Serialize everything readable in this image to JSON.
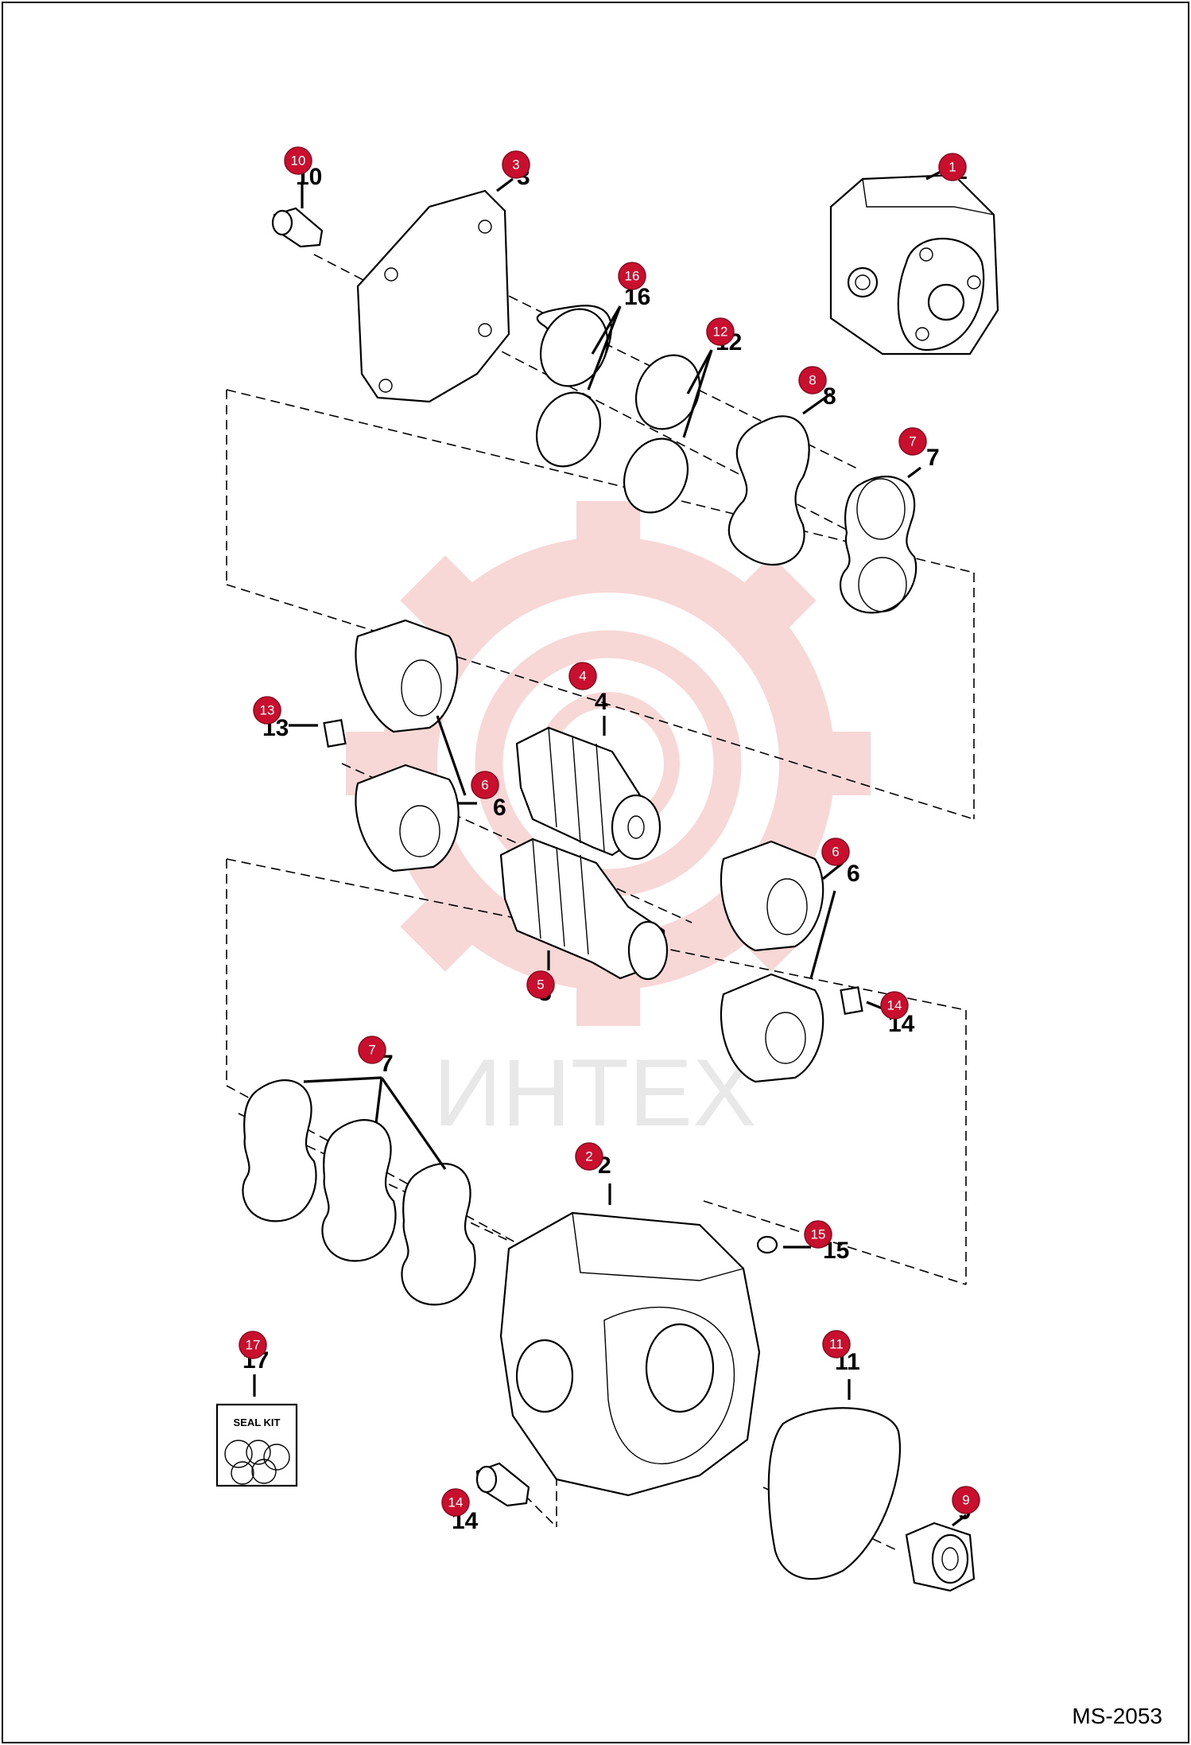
{
  "diagram": {
    "reference_code": "MS-2053",
    "watermark_text": "ИНТЕХ",
    "seal_kit_label": "SEAL KIT",
    "callouts": [
      {
        "id": "1",
        "label": "1"
      },
      {
        "id": "2",
        "label": "2"
      },
      {
        "id": "3",
        "label": "3"
      },
      {
        "id": "4",
        "label": "4"
      },
      {
        "id": "5",
        "label": "5"
      },
      {
        "id": "6a",
        "label": "6"
      },
      {
        "id": "6b",
        "label": "6"
      },
      {
        "id": "7a",
        "label": "7"
      },
      {
        "id": "7b",
        "label": "7"
      },
      {
        "id": "8",
        "label": "8"
      },
      {
        "id": "9",
        "label": "9"
      },
      {
        "id": "10",
        "label": "10"
      },
      {
        "id": "11",
        "label": "11"
      },
      {
        "id": "12",
        "label": "12"
      },
      {
        "id": "13",
        "label": "13"
      },
      {
        "id": "14a",
        "label": "14"
      },
      {
        "id": "14b",
        "label": "14"
      },
      {
        "id": "15",
        "label": "15"
      },
      {
        "id": "16",
        "label": "16"
      },
      {
        "id": "17",
        "label": "17"
      }
    ],
    "colors": {
      "callout": "#c8102e",
      "watermark": "#f4b8b8",
      "line": "#000000"
    }
  }
}
